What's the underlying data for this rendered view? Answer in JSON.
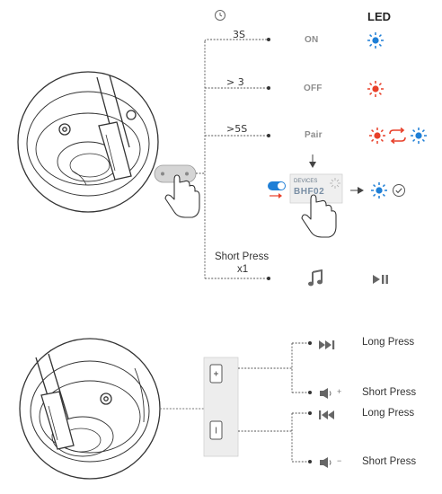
{
  "header": {
    "led_label": "LED",
    "clock_icon": "clock-icon"
  },
  "power": {
    "rows": [
      {
        "duration": "3S",
        "state": "ON",
        "led": "blue-light-icon"
      },
      {
        "duration": "> 3",
        "state": "OFF",
        "led": "red-light-icon"
      },
      {
        "duration": ">5S",
        "state": "Pair",
        "led": "red-blue-alternating-icon"
      }
    ],
    "pairing": {
      "screen_title": "DEVICES",
      "device_name": "BHF02",
      "result_icons": [
        "blue-light-icon",
        "check-icon"
      ]
    },
    "short_press": {
      "label": "Short Press",
      "count": "x1",
      "icons": [
        "music-note-icon",
        "play-pause-icon"
      ]
    }
  },
  "volume": {
    "actions": [
      {
        "press": "Long Press",
        "icon": "next-track-icon"
      },
      {
        "press": "Short Press",
        "icon": "volume-up-icon",
        "symbol": "+"
      },
      {
        "press": "Long Press",
        "icon": "previous-track-icon"
      },
      {
        "press": "Short Press",
        "icon": "volume-down-icon",
        "symbol": "−"
      }
    ]
  },
  "colors": {
    "blue": "#1f7fd6",
    "red": "#e8402a",
    "line": "#555555",
    "toggle": "#1f7fd6"
  }
}
